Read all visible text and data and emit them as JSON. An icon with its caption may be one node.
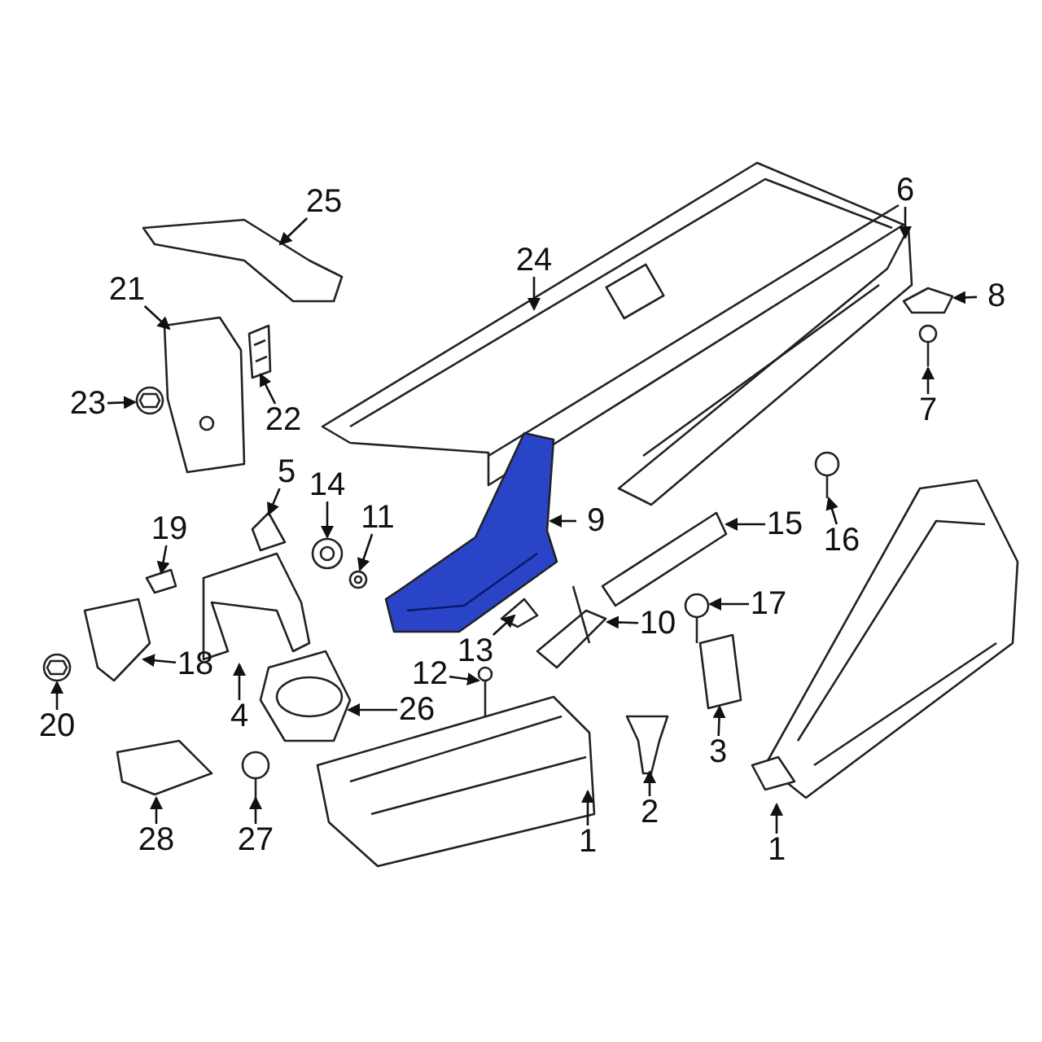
{
  "diagram": {
    "nodes": [
      {
        "text": [
          "6"
        ]
      },
      {
        "text": [
          "25"
        ]
      },
      {
        "text": [
          "24"
        ]
      },
      {
        "text": [
          "21"
        ]
      },
      {
        "text": [
          "8"
        ]
      },
      {
        "text": [
          "23"
        ]
      },
      {
        "text": [
          "7"
        ]
      },
      {
        "text": [
          "22"
        ]
      },
      {
        "text": [
          "5"
        ]
      },
      {
        "text": [
          "14"
        ]
      },
      {
        "text": [
          "11"
        ]
      },
      {
        "text": [
          "9"
        ]
      },
      {
        "text": [
          "15"
        ]
      },
      {
        "text": [
          "19"
        ]
      },
      {
        "text": [
          "16"
        ]
      },
      {
        "text": [
          "17"
        ]
      },
      {
        "text": [
          "10"
        ]
      },
      {
        "text": [
          "13"
        ]
      },
      {
        "text": [
          "18"
        ]
      },
      {
        "text": [
          "12"
        ]
      },
      {
        "text": [
          "4"
        ]
      },
      {
        "text": [
          "26"
        ]
      },
      {
        "text": [
          "20"
        ]
      },
      {
        "text": [
          "3"
        ]
      },
      {
        "text": [
          "2"
        ]
      },
      {
        "text": [
          "28"
        ]
      },
      {
        "text": [
          "27"
        ]
      },
      {
        "text": [
          "1"
        ]
      },
      {
        "text": [
          "1"
        ]
      },
      {
        "text": [],
        "shape": "picture"
      },
      {
        "text": [],
        "shape": "picture"
      },
      {
        "text": [],
        "shape": "picture"
      },
      {
        "text": [],
        "shape": "picture"
      },
      {
        "text": [],
        "shape": "picture"
      },
      {
        "text": [],
        "shape": "picture"
      },
      {
        "text": [],
        "shape": "picture"
      },
      {
        "text": [],
        "shape": "picture"
      },
      {
        "text": [],
        "shape": "picture"
      },
      {
        "text": [],
        "shape": "picture"
      },
      {
        "text": [],
        "shape": "picture"
      },
      {
        "text": [],
        "shape": "picture"
      },
      {
        "text": [],
        "shape": "picture"
      },
      {
        "text": [],
        "shape": "picture"
      },
      {
        "text": [],
        "shape": "picture"
      },
      {
        "text": [],
        "shape": "picture"
      },
      {
        "text": [],
        "shape": "picture"
      },
      {
        "text": [],
        "shape": "picture"
      },
      {
        "text": [],
        "shape": "picture"
      },
      {
        "text": [],
        "shape": "picture"
      },
      {
        "text": [],
        "shape": "picture"
      },
      {
        "text": [],
        "shape": "picture"
      },
      {
        "text": [],
        "shape": "picture"
      },
      {
        "text": [],
        "shape": "picture"
      },
      {
        "text": [],
        "shape": "picture"
      },
      {
        "text": [],
        "shape": "picture"
      },
      {
        "text": [],
        "shape": "picture"
      },
      {
        "text": [],
        "shape": "picture"
      },
      {
        "text": [],
        "shape": "picture"
      }
    ],
    "edges": [
      {
        "from": 0,
        "to": 29,
        "arrow": "to"
      },
      {
        "from": 1,
        "to": 30,
        "arrow": "to"
      },
      {
        "from": 2,
        "to": 31,
        "arrow": "to"
      },
      {
        "from": 3,
        "to": 32,
        "arrow": "to"
      },
      {
        "from": 4,
        "to": 33,
        "arrow": "to"
      },
      {
        "from": 5,
        "to": 34,
        "arrow": "to"
      },
      {
        "from": 6,
        "to": 35,
        "arrow": "to"
      },
      {
        "from": 7,
        "to": 36,
        "arrow": "to"
      },
      {
        "from": 8,
        "to": 37,
        "arrow": "to"
      },
      {
        "from": 9,
        "to": 38,
        "arrow": "to"
      },
      {
        "from": 10,
        "to": 39,
        "arrow": "to"
      },
      {
        "from": 11,
        "to": 40,
        "arrow": "to"
      },
      {
        "from": 12,
        "to": 41,
        "arrow": "to"
      },
      {
        "from": 13,
        "to": 42,
        "arrow": "to"
      },
      {
        "from": 14,
        "to": 43,
        "arrow": "to"
      },
      {
        "from": 15,
        "to": 44,
        "arrow": "to"
      },
      {
        "from": 16,
        "to": 45,
        "arrow": "to"
      },
      {
        "from": 17,
        "to": 46,
        "arrow": "to"
      },
      {
        "from": 18,
        "to": 47,
        "arrow": "to"
      },
      {
        "from": 19,
        "to": 48,
        "arrow": "to"
      },
      {
        "from": 20,
        "to": 49,
        "arrow": "to"
      },
      {
        "from": 21,
        "to": 50,
        "arrow": "to"
      },
      {
        "from": 22,
        "to": 51,
        "arrow": "to"
      },
      {
        "from": 23,
        "to": 52,
        "arrow": "to"
      },
      {
        "from": 24,
        "to": 53,
        "arrow": "to"
      },
      {
        "from": 25,
        "to": 54,
        "arrow": "to"
      },
      {
        "from": 26,
        "to": 55,
        "arrow": "to"
      },
      {
        "from": 27,
        "to": 56,
        "arrow": "to"
      },
      {
        "from": 28,
        "to": 57,
        "arrow": "to"
      }
    ]
  }
}
